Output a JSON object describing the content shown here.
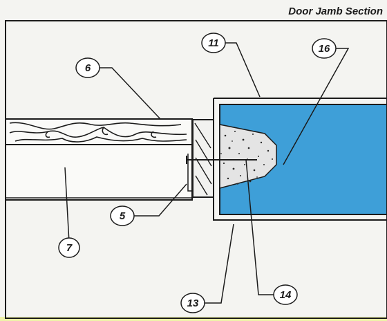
{
  "title": "Door Jamb Section",
  "callouts": [
    "11",
    "16",
    "6",
    "5",
    "7",
    "13",
    "14"
  ],
  "colors": {
    "frame_fill": "#3e9fd8",
    "filler_fill": "#e4e4e4",
    "line": "#1b1b1b",
    "background": "#f4f4f1",
    "bottom_strip": "#eef2a8"
  }
}
